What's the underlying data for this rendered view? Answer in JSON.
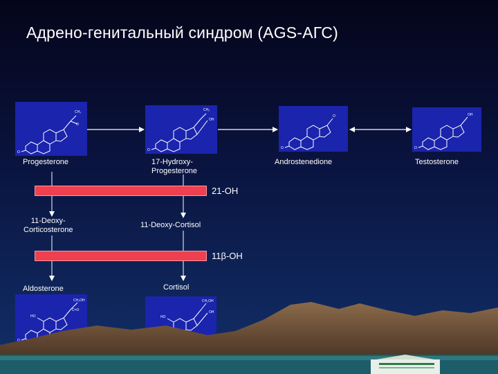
{
  "title": "Адрено-генитальный синдром (AGS-АГС)",
  "compounds": {
    "progesterone": "Progesterone",
    "hydroxyprogesterone": [
      "17-Hydroxy-",
      "Progesterone"
    ],
    "androstenedione": "Androstenedione",
    "testosterone": "Testosterone",
    "deoxycorticosterone": [
      "11-Deoxy-",
      "Corticosterone"
    ],
    "deoxycortisol": "11-Deoxy-Cortisol",
    "aldosterone": "Aldosterone",
    "cortisol": "Cortisol"
  },
  "enzymes": {
    "hydroxylase21": "21-OH",
    "hydroxylase11b": "11β-OH"
  },
  "colors": {
    "block_bar": "#ef4050",
    "molecule_box": "#1b24ad",
    "text": "#ffffff"
  }
}
